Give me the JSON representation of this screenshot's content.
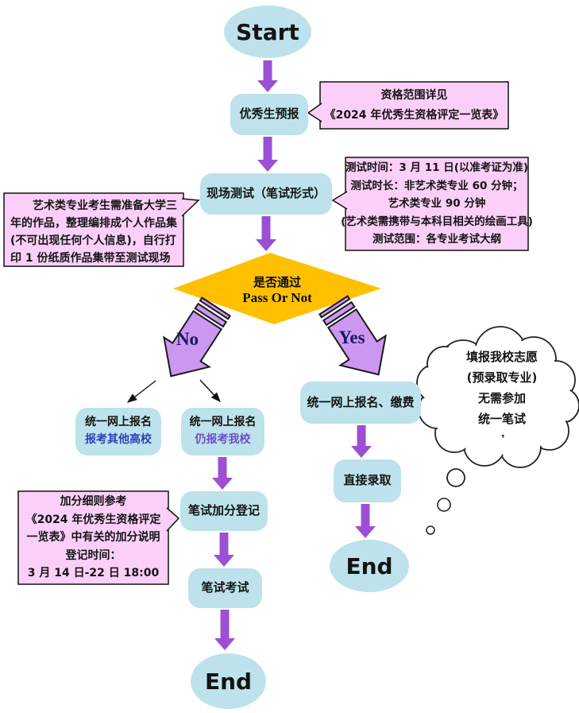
{
  "colors": {
    "node_fill": "#BDE2EB",
    "note_fill": "#FBCFF8",
    "diamond_fill": "#FFC000",
    "arrow_purple": "#9C4FD4",
    "striped_arrow_fill": "#CB97F1",
    "other_school_text": "#2F3FBE",
    "our_school_text": "#6A4FC9",
    "branch_label_color": "#191960"
  },
  "nodes": {
    "start": "Start",
    "preregister": "优秀生预报",
    "onsite_test": "现场测试（笔试形式）",
    "decision": {
      "line1": "是否通过",
      "line2": "Pass Or Not"
    },
    "no_label": "No",
    "yes_label": "Yes",
    "apply_other": {
      "line1": "统一网上报名",
      "line2": "报考其他高校"
    },
    "apply_ours": {
      "line1": "统一网上报名",
      "line2": "仍报考我校"
    },
    "apply_pay": "统一网上报名、缴费",
    "direct_admit": "直接录取",
    "bonus_register": "笔试加分登记",
    "written_exam": "笔试考试",
    "end_right": "End",
    "end_bottom": "End"
  },
  "notes": {
    "eligibility": {
      "lines": [
        "资格范围详见",
        "《2024 年优秀生资格评定一览表》"
      ]
    },
    "portfolio": {
      "text": "艺术类专业考生需准备大学三年的作品，整理编排成个人作品集(不可出现任何个人信息)，自行打印 1 份纸质作品集带至测试现场"
    },
    "test_info": {
      "lines": [
        "测试时间：3 月 11 日(以准考证为准)",
        "测试时长：非艺术类专业 60 分钟；",
        "艺术类专业 90 分钟",
        "(艺术类需携带与本科目相关的绘画工具)",
        "测试范围：各专业考试大纲"
      ]
    },
    "bonus_rules": {
      "lines": [
        "加分细则参考",
        "《2024 年优秀生资格评定",
        "一览表》中有关的加分说明",
        "登记时间：",
        "3 月 14 日-22 日 18:00"
      ]
    }
  },
  "cloud": {
    "lines": [
      "填报我校志愿",
      "(预录取专业)",
      "无需参加",
      "统一笔试"
    ]
  }
}
